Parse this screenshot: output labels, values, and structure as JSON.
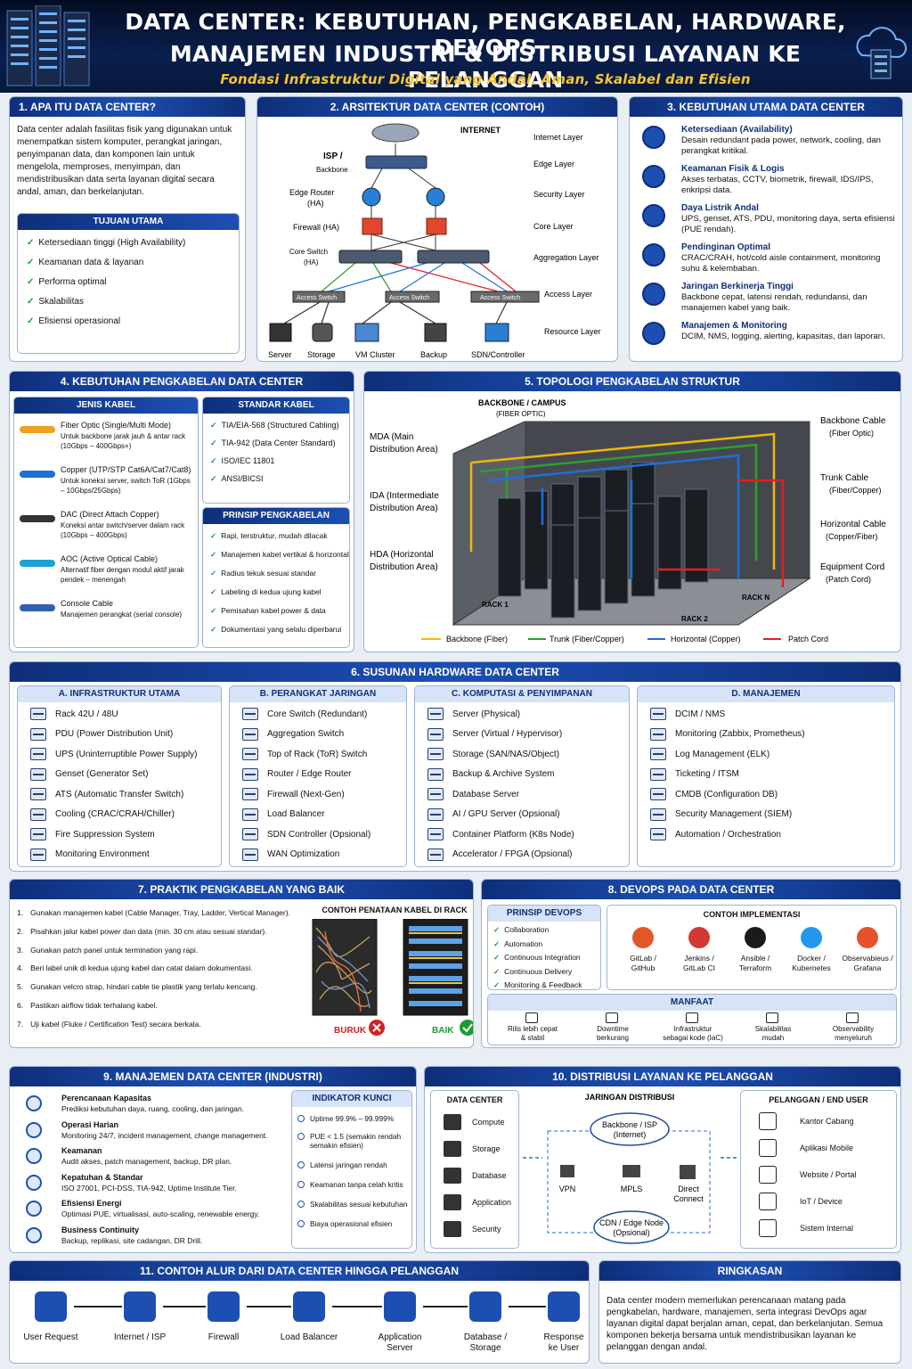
{
  "header": {
    "line1": "DATA CENTER: KEBUTUHAN, PENGKABELAN, HARDWARE, DEVOPS",
    "line2": "MANAJEMEN INDUSTRI & DISTRIBUSI LAYANAN KE PELANGGAN",
    "line3": "Fondasi Infrastruktur Digital yang Andal, Aman, Skalabel dan Efisien"
  },
  "s1": {
    "title": "1. APA ITU DATA CENTER?",
    "body": "Data center adalah fasilitas fisik yang digunakan untuk menempatkan sistem komputer, perangkat jaringan, penyimpanan data, dan komponen lain untuk mengelola, memproses, menyimpan, dan mendistribusikan data serta layanan digital secara andal, aman, dan berkelanjutan.",
    "goal_title": "TUJUAN UTAMA",
    "goals": [
      "Ketersediaan tinggi (High Availability)",
      "Keamanan data & layanan",
      "Performa optimal",
      "Skalabilitas",
      "Efisiensi operasional"
    ]
  },
  "s2": {
    "title": "2. ARSITEKTUR DATA CENTER (CONTOH)",
    "internet": "INTERNET",
    "isp": "ISP /",
    "backbone": "Backbone",
    "edge_router": "Edge Router",
    "ha": "(HA)",
    "firewall": "Firewall (HA)",
    "core_switch": "Core Switch",
    "layers": [
      "Internet Layer",
      "Edge Layer",
      "Security Layer",
      "Core Layer",
      "Aggregation Layer",
      "Access Layer",
      "Resource Layer"
    ],
    "access_switches": [
      "Access Switch",
      "Access Switch",
      "Access Switch"
    ],
    "resources": [
      "Server",
      "Storage",
      "VM Cluster",
      "Backup",
      "SDN/Controller"
    ]
  },
  "s3": {
    "title": "3. KEBUTUHAN UTAMA DATA CENTER",
    "items": [
      {
        "icon": "shield-check-icon",
        "title": "Ketersediaan (Availability)",
        "desc": "Desain redundant pada power, network, cooling, dan perangkat kritikal."
      },
      {
        "icon": "lock-shield-icon",
        "title": "Keamanan Fisik & Logis",
        "desc": "Akses terbatas, CCTV, biometrik, firewall, IDS/IPS, enkripsi data."
      },
      {
        "icon": "lightning-icon",
        "title": "Daya Listrik Andal",
        "desc": "UPS, genset, ATS, PDU, monitoring daya, serta efisiensi (PUE rendah)."
      },
      {
        "icon": "fan-icon",
        "title": "Pendinginan Optimal",
        "desc": "CRAC/CRAH, hot/cold aisle containment, monitoring suhu & kelembaban."
      },
      {
        "icon": "wifi-icon",
        "title": "Jaringan Berkinerja Tinggi",
        "desc": "Backbone cepat, latensi rendah, redundansi, dan manajemen kabel yang baik."
      },
      {
        "icon": "monitor-icon",
        "title": "Manajemen & Monitoring",
        "desc": "DCIM, NMS, logging, alerting, kapasitas, dan laporan."
      }
    ]
  },
  "s4": {
    "title": "4. KEBUTUHAN PENGKABELAN DATA CENTER",
    "jenis_title": "JENIS KABEL",
    "cables": [
      {
        "name": "Fiber Optic (Single/Multi Mode)",
        "desc": "Untuk backbone jarak jauh & antar rack (10Gbps – 400Gbps+)"
      },
      {
        "name": "Copper (UTP/STP Cat6A/Cat7/Cat8)",
        "desc": "Untuk koneksi server, switch ToR (1Gbps – 10Gbps/25Gbps)"
      },
      {
        "name": "DAC (Direct Attach Copper)",
        "desc": "Koneksi antar switch/server dalam rack (10Gbps – 400Gbps)"
      },
      {
        "name": "AOC (Active Optical Cable)",
        "desc": "Alternatif fiber dengan modul aktif jarak pendek – menengah"
      },
      {
        "name": "Console Cable",
        "desc": "Manajemen perangkat (serial console)"
      }
    ],
    "standar_title": "STANDAR KABEL",
    "standards": [
      "TIA/EIA-568 (Structured Cabling)",
      "TIA-942 (Data Center Standard)",
      "ISO/IEC 11801",
      "ANSI/BICSI"
    ],
    "prinsip_title": "PRINSIP PENGKABELAN",
    "principles": [
      "Rapi, terstruktur, mudah dilacak",
      "Manajemen kabel vertikal & horizontal",
      "Radius tekuk sesuai standar",
      "Labeling di kedua ujung kabel",
      "Pemisahan kabel power & data",
      "Dokumentasi yang selalu diperbarui"
    ]
  },
  "s5": {
    "title": "5. TOPOLOGI PENGKABELAN STRUKTUR",
    "backbone": "BACKBONE / CAMPUS",
    "backbone_sub": "(FIBER OPTIC)",
    "left_labels": [
      [
        "MDA (Main",
        "Distribution Area)"
      ],
      [
        "IDA (Intermediate",
        "Distribution Area)"
      ],
      [
        "HDA (Horizontal",
        "Distribution Area)"
      ]
    ],
    "right_labels": [
      [
        "Backbone Cable",
        "(Fiber Optic)"
      ],
      [
        "Trunk Cable",
        "(Fiber/Copper)"
      ],
      [
        "Horizontal Cable",
        "(Copper/Fiber)"
      ],
      [
        "Equipment Cord",
        "(Patch Cord)"
      ]
    ],
    "racks": [
      "RACK 1",
      "RACK 2",
      "RACK N"
    ],
    "legend": [
      {
        "label": "Backbone (Fiber)",
        "color": "#f2b705"
      },
      {
        "label": "Trunk (Fiber/Copper)",
        "color": "#2e9e2e"
      },
      {
        "label": "Horizontal (Copper)",
        "color": "#1f6fd8"
      },
      {
        "label": "Patch Cord",
        "color": "#e02020"
      }
    ]
  },
  "s6": {
    "title": "6. SUSUNAN HARDWARE DATA CENTER",
    "cols": [
      {
        "title": "A. INFRASTRUKTUR UTAMA",
        "items": [
          "Rack 42U / 48U",
          "PDU (Power Distribution Unit)",
          "UPS (Uninterruptible Power Supply)",
          "Genset (Generator Set)",
          "ATS (Automatic Transfer Switch)",
          "Cooling (CRAC/CRAH/Chiller)",
          "Fire Suppression System",
          "Monitoring Environment"
        ]
      },
      {
        "title": "B. PERANGKAT JARINGAN",
        "items": [
          "Core Switch (Redundant)",
          "Aggregation Switch",
          "Top of Rack (ToR) Switch",
          "Router / Edge Router",
          "Firewall (Next-Gen)",
          "Load Balancer",
          "SDN Controller (Opsional)",
          "WAN Optimization"
        ]
      },
      {
        "title": "C. KOMPUTASI & PENYIMPANAN",
        "items": [
          "Server (Physical)",
          "Server (Virtual / Hypervisor)",
          "Storage (SAN/NAS/Object)",
          "Backup & Archive System",
          "Database Server",
          "AI / GPU Server (Opsional)",
          "Container Platform (K8s Node)",
          "Accelerator / FPGA (Opsional)"
        ]
      },
      {
        "title": "D. MANAJEMEN",
        "items": [
          "DCIM / NMS",
          "Monitoring (Zabbix, Prometheus)",
          "Log Management (ELK)",
          "Ticketing / ITSM",
          "CMDB (Configuration DB)",
          "Security Management (SIEM)",
          "Automation / Orchestration"
        ]
      }
    ]
  },
  "s7": {
    "title": "7. PRAKTIK PENGKABELAN YANG BAIK",
    "items": [
      "Gunakan manajemen kabel (Cable Manager, Tray, Ladder, Vertical Manager).",
      "Pisahkan jalur kabel power dan data (min. 30 cm atau sesuai standar).",
      "Gunakan patch panel untuk termination yang rapi.",
      "Beri label unik di kedua ujung kabel dan catat dalam dokumentasi.",
      "Gunakan velcro strap, hindari cable tie plastik yang terlalu kencang.",
      "Pastikan airflow tidak terhalang kabel.",
      "Uji kabel (Fluke / Certification Test) secara berkala."
    ],
    "example_title": "CONTOH PENATAAN KABEL DI RACK",
    "bad": "BURUK",
    "good": "BAIK"
  },
  "s8": {
    "title": "8. DEVOPS PADA DATA CENTER",
    "prinsip_title": "PRINSIP DEVOPS",
    "principles": [
      "Collaboration",
      "Automation",
      "Continuous Integration",
      "Continuous Delivery",
      "Monitoring & Feedback"
    ],
    "impl_title": "CONTOH IMPLEMENTASI",
    "tools": [
      {
        "l1": "GitLab /",
        "l2": "GitHub",
        "color": "#e2572a"
      },
      {
        "l1": "Jenkins /",
        "l2": "GitLab CI",
        "color": "#d33833"
      },
      {
        "l1": "Ansible /",
        "l2": "Terraform",
        "color": "#1a1a1a"
      },
      {
        "l1": "Docker /",
        "l2": "Kubernetes",
        "color": "#2496ed"
      },
      {
        "l1": "Observabiеus /",
        "l2": "Grafana",
        "color": "#e6522c"
      }
    ],
    "manfaat_title": "MANFAAT",
    "benefits": [
      [
        "Rilis lebih cepat",
        "& stabil"
      ],
      [
        "Downtime",
        "berkurang"
      ],
      [
        "Infrastruktur",
        "sebagai kode (IaC)"
      ],
      [
        "Skalabilitas",
        "mudah"
      ],
      [
        "Observability",
        "menyeluruh"
      ]
    ]
  },
  "s9": {
    "title": "9. MANAJEMEN DATA CENTER (INDUSTRI)",
    "items": [
      {
        "title": "Perencanaan Kapasitas",
        "desc": "Prediksi kebutuhan daya, ruang, cooling, dan jaringan."
      },
      {
        "title": "Operasi Harian",
        "desc": "Monitoring 24/7, incident management, change management."
      },
      {
        "title": "Keamanan",
        "desc": "Audit akses, patch management, backup, DR plan."
      },
      {
        "title": "Kepatuhan & Standar",
        "desc": "ISO 27001, PCI-DSS, TIA-942, Uptime Institute Tier."
      },
      {
        "title": "Efisiensi Energi",
        "desc": "Optimasi PUE, virtualisasi, auto-scaling, renewable energy."
      },
      {
        "title": "Business Continuity",
        "desc": "Backup, replikasi, site cadangan, DR Drill."
      }
    ],
    "kpi_title": "INDIKATOR KUNCI",
    "kpis": [
      "Uptime 99.9% – 99.999%",
      "PUE < 1.5 (semakin rendah semakin efisien)",
      "Latensi jaringan rendah",
      "Keamanan tanpa celah kritis",
      "Skalabilitas sesuai kebutuhan",
      "Biaya operasional efisien"
    ]
  },
  "s10": {
    "title": "10. DISTRIBUSI LAYANAN KE PELANGGAN",
    "dc_title": "DATA CENTER",
    "dc_items": [
      "Compute",
      "Storage",
      "Database",
      "Application",
      "Security"
    ],
    "net_title": "JARINGAN DISTRIBUSI",
    "backbone": "Backbone / ISP",
    "internet": "(Internet)",
    "vpn": "VPN",
    "mpls": "MPLS",
    "direct1": "Direct",
    "direct2": "Connect",
    "cdn1": "CDN / Edge Node",
    "cdn2": "(Opsional)",
    "cust_title": "PELANGGAN / END USER",
    "customers": [
      "Kantor Cabang",
      "Aplikasi Mobile",
      "Website / Portal",
      "IoT / Device",
      "Sistem Internal"
    ]
  },
  "s11": {
    "title": "11. CONTOH ALUR DARI DATA CENTER HINGGA PELANGGAN",
    "steps": [
      [
        "User Request"
      ],
      [
        "Internet / ISP"
      ],
      [
        "Firewall"
      ],
      [
        "Load Balancer"
      ],
      [
        "Application",
        "Server"
      ],
      [
        "Database /",
        "Storage"
      ],
      [
        "Response",
        "ke User"
      ]
    ]
  },
  "summary": {
    "title": "RINGKASAN",
    "body": "Data center modern memerlukan perencanaan matang pada pengkabelan, hardware, manajemen, serta integrasi DevOps agar layanan digital dapat berjalan aman, cepat, dan berkelanjutan. Semua komponen bekerja bersama untuk mendistribusikan layanan ke pelanggan dengan andal."
  }
}
